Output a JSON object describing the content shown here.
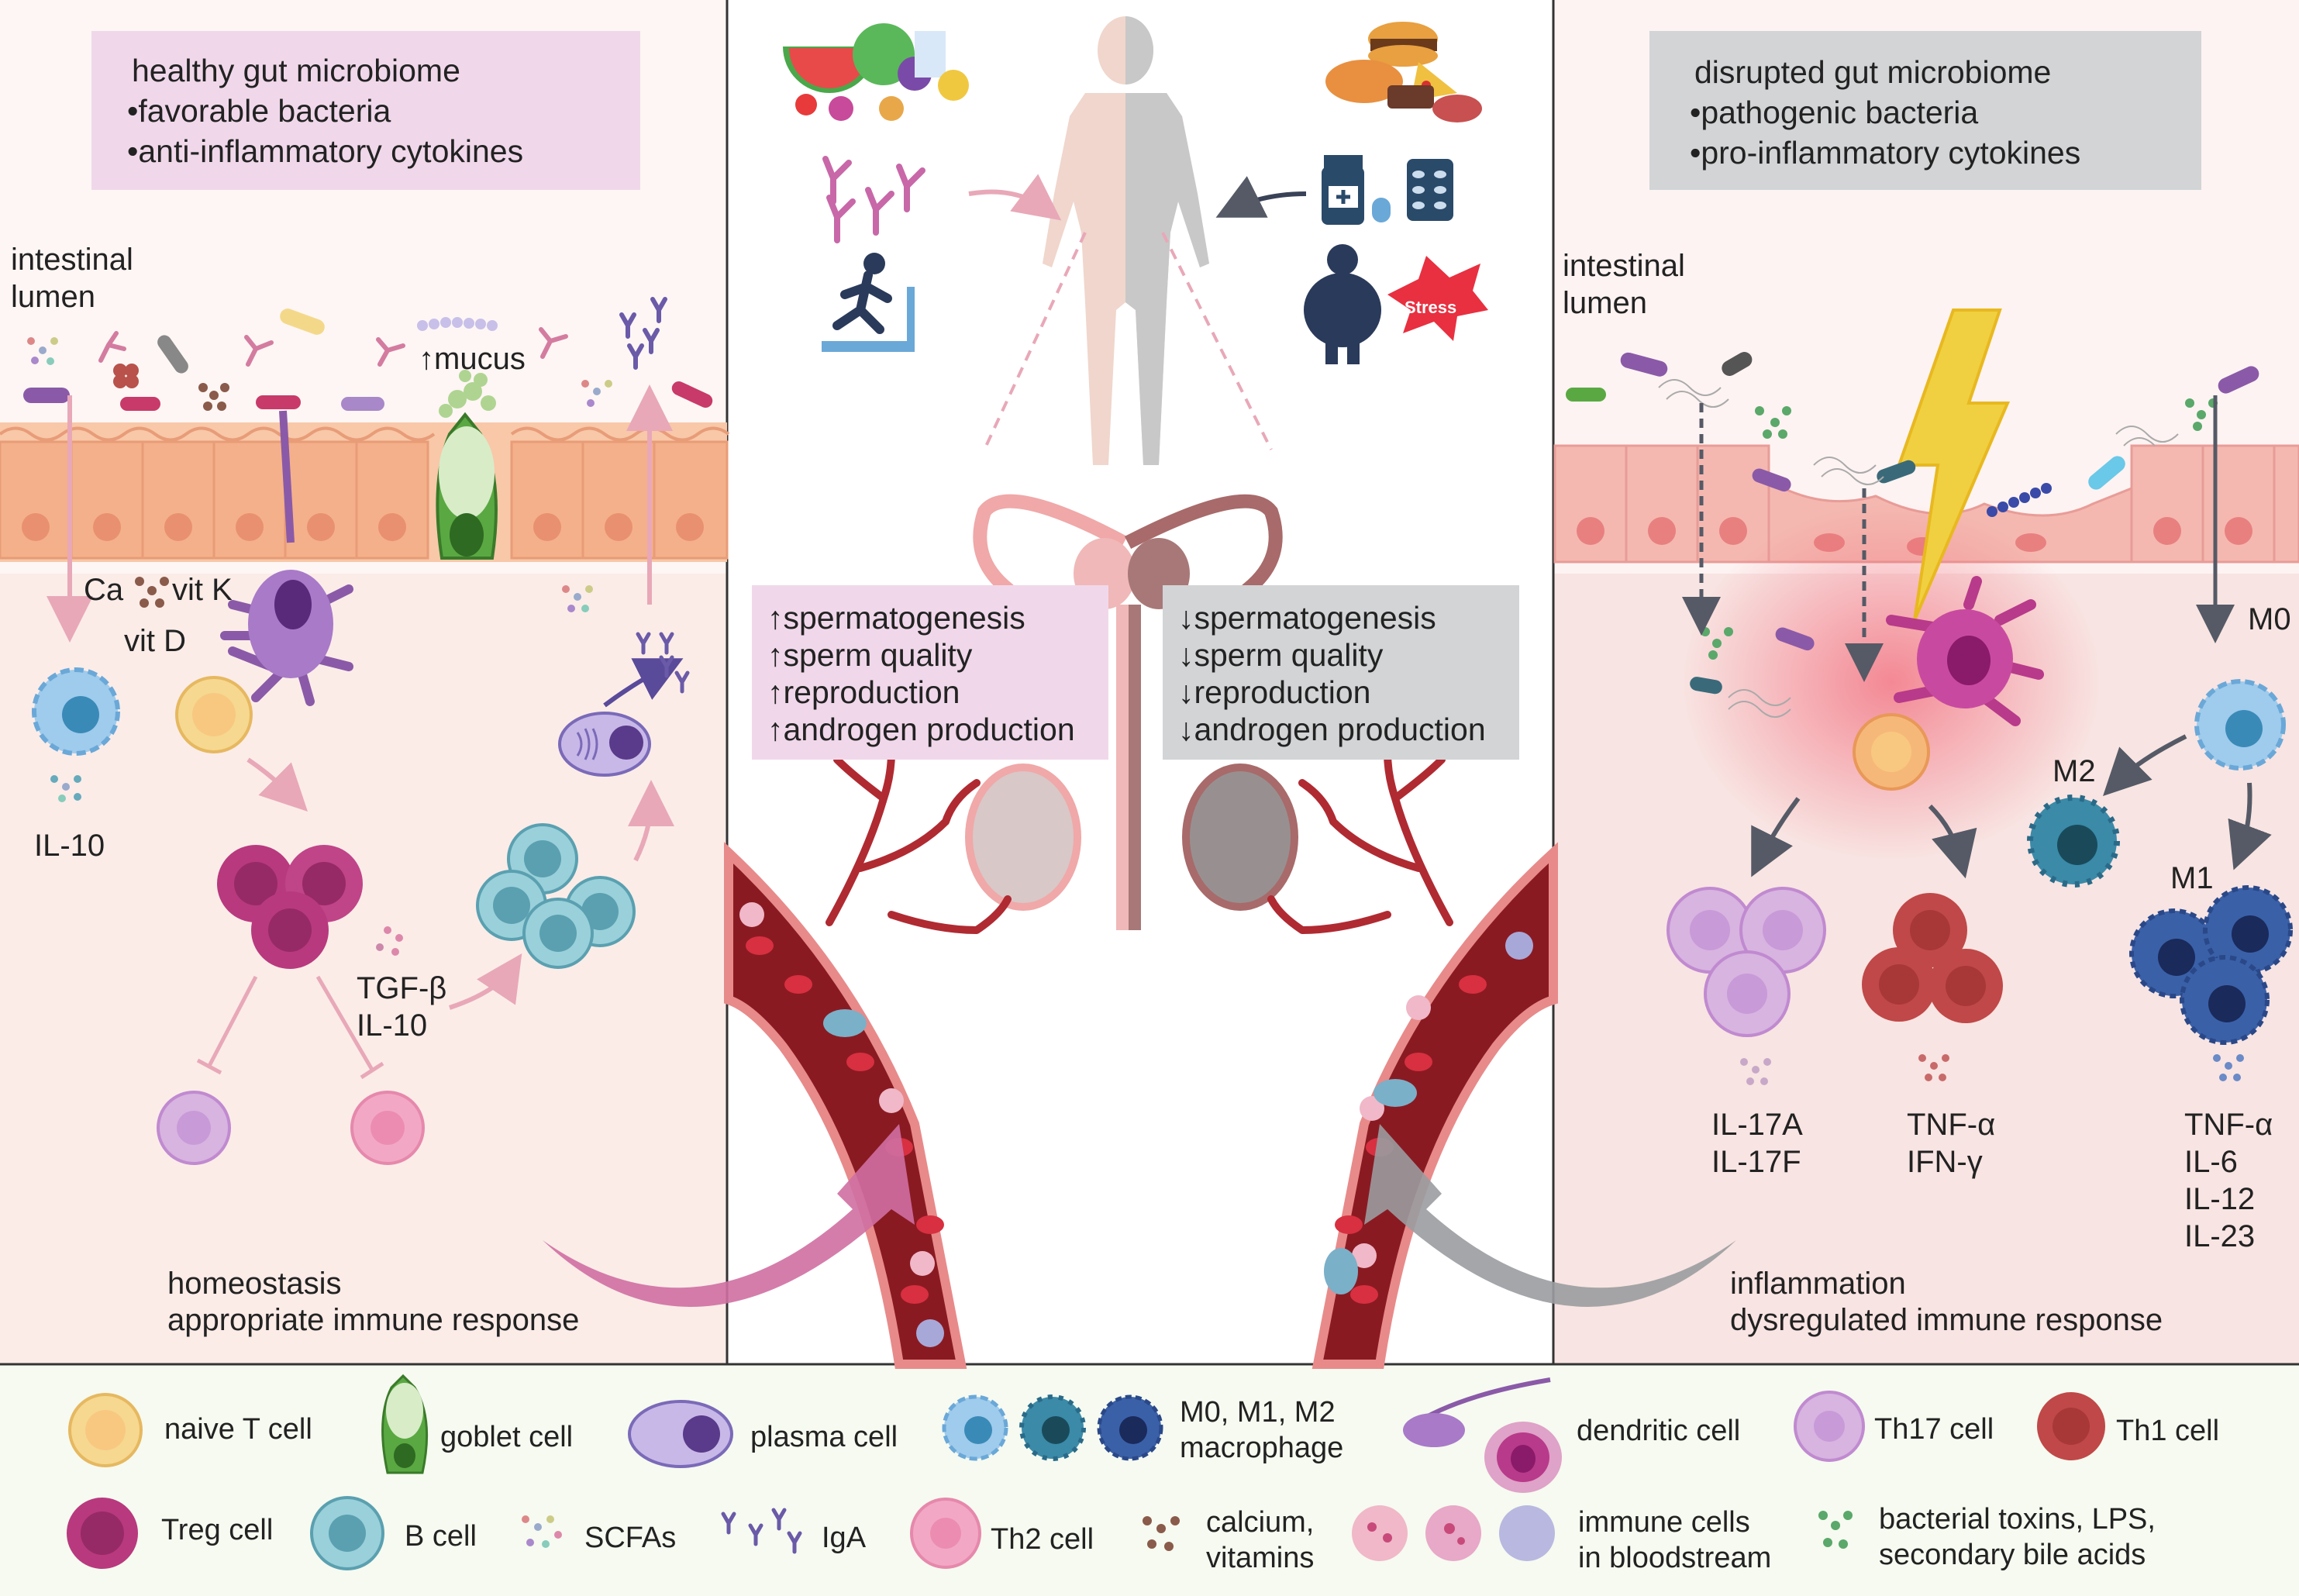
{
  "left_panel": {
    "header_lines": [
      "healthy gut microbiome",
      "•favorable bacteria",
      "•anti-inflammatory cytokines"
    ],
    "lumen_label": [
      "intestinal",
      "lumen"
    ],
    "mucus_label": "↑mucus",
    "ca_label": "Ca",
    "vitk_label": "vit K",
    "vitd_label": "vit D",
    "il10_label": "IL-10",
    "tgf_label": [
      "TGF-β",
      "IL-10"
    ],
    "footer": [
      "homeostasis",
      "appropriate immune response"
    ]
  },
  "center_panel": {
    "positive_effects": [
      "↑spermatogenesis",
      "↑sperm quality",
      "↑reproduction",
      "↑androgen production"
    ],
    "negative_effects": [
      "↓spermatogenesis",
      "↓sperm quality",
      "↓reproduction",
      "↓androgen production"
    ],
    "stress_label": "Stress"
  },
  "right_panel": {
    "header_lines": [
      "disrupted gut microbiome",
      "•pathogenic bacteria",
      "•pro-inflammatory cytokines"
    ],
    "lumen_label": [
      "intestinal",
      "lumen"
    ],
    "m0_label": "M0",
    "m2_label": "M2",
    "m1_label": "M1",
    "th17_cytokines": [
      "IL-17A",
      "IL-17F"
    ],
    "th1_cytokines": [
      "TNF-α",
      "IFN-γ"
    ],
    "m1_cytokines": [
      "TNF-α",
      "IL-6",
      "IL-12",
      "IL-23"
    ],
    "footer": [
      "inflammation",
      "dysregulated immune response"
    ]
  },
  "legend": {
    "naive_t": "naive T cell",
    "goblet": "goblet cell",
    "plasma": "plasma cell",
    "macrophage": [
      "M0, M1, M2",
      "macrophage"
    ],
    "dendritic": "dendritic cell",
    "th17": "Th17 cell",
    "th1": "Th1 cell",
    "treg": "Treg cell",
    "bcell": "B cell",
    "scfas": "SCFAs",
    "iga": "IgA",
    "th2": "Th2 cell",
    "calcium": [
      "calcium,",
      "vitamins"
    ],
    "immune_blood": [
      "immune cells",
      "in bloodstream"
    ],
    "toxins": [
      "bacterial toxins, LPS,",
      "secondary bile acids"
    ]
  },
  "colors": {
    "left_bg": "#fbece8",
    "right_bg": "#f8e4e2",
    "legend_bg": "#f6faf0",
    "pink_box": "#f0d8ea",
    "grey_box": "#d2d4d6",
    "treg": "#b8397e",
    "bcell": "#7fc0cc",
    "naive_t": "#f6d890",
    "th17": "#d8b4e0",
    "th1": "#c04848",
    "th2": "#f2a8c4",
    "macrophage_m0": "#9fcbec",
    "macrophage_m2": "#3a8aa8",
    "macrophage_m1": "#3a60a8",
    "dendritic": "#8a5aa8",
    "goblet": "#5aa842",
    "vessel": "#8a1a22"
  }
}
